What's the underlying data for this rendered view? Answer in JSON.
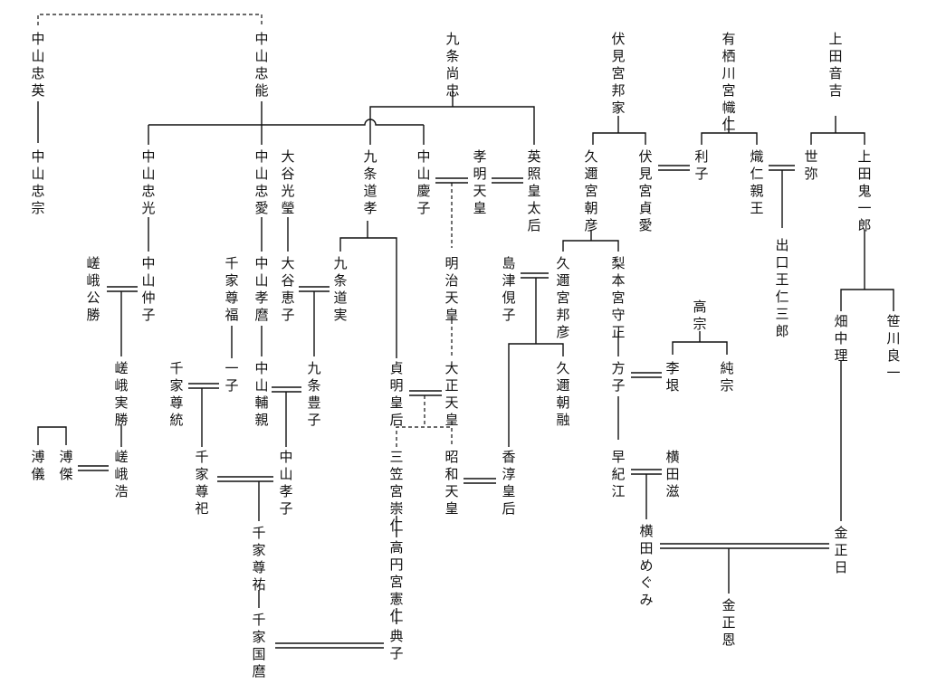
{
  "people": {
    "nakayama_tadahide": "中山忠英",
    "nakayama_tadamune": "中山忠宗",
    "nakayama_tadayasu": "中山忠能",
    "kujo_hisatada": "九条尚忠",
    "fushimi_kuniie": "伏見宮邦家",
    "arisugawa_takahito": "有栖川宮幟仁",
    "ueda_otokichi": "上田音吉",
    "nakayama_tadamitsu": "中山忠光",
    "nakayama_tadanaru": "中山忠愛",
    "otani_koei": "大谷光瑩",
    "kujo_michitaka": "九条道孝",
    "nakayama_yoshiko": "中山慶子",
    "komei_tenno": "孝明天皇",
    "eisho_kotaigo": "英照皇太后",
    "kuni_asahiko": "久邇宮朝彦",
    "fushimi_sadanaru": "伏見宮貞愛",
    "toshiko": "利子",
    "takahito_shinno": "熾仁親王",
    "seya": "世弥",
    "ueda_kiichiro": "上田鬼一郎",
    "saga_kinto": "嵯峨公勝",
    "nakayama_nakako": "中山仲子",
    "sen_sosaku": "千家尊福",
    "nakayama_takamaro": "中山孝麿",
    "otani_keiko": "大谷恵子",
    "kujo_michizane": "九条道実",
    "meiji_tenno": "明治天皇",
    "shimazu_chikako": "島津俔子",
    "kuni_kuniyoshi": "久邇宮邦彦",
    "nashimoto_morimasa": "梨本宮守正",
    "deguchi_onisaburo": "出口王仁三郎",
    "hata_nakari": "畑中理",
    "sasakawa_ryoichi": "笹川良一",
    "gaozong": "高宗",
    "saga_sanekatsu": "嵯峨実勝",
    "sen_sonobu": "千家尊統",
    "kazuko": "一子",
    "nakayama_sukechika": "中山輔親",
    "kujo_toyoko": "九条豊子",
    "teimei_kogo": "貞明皇后",
    "taisho_tenno": "大正天皇",
    "kuni_asaakira": "久邇朝融",
    "masako": "方子",
    "li_gen": "李垠",
    "sunjong": "純宗",
    "pujie_brother": "溥儀",
    "pujie": "溥傑",
    "saga_hiro": "嵯峨浩",
    "sen_takanori": "千家尊祀",
    "nakayama_takako": "中山孝子",
    "mikasa_takahito": "三笠宮崇仁",
    "showa_tenno": "昭和天皇",
    "kojun_kogo": "香淳皇后",
    "sakie": "早紀江",
    "yokota_shigeru": "横田滋",
    "kim_jongil": "金正日",
    "sen_takahiro": "千家尊祐",
    "takamado_norihito": "高円宮憲仁",
    "yokota_megumi": "横田めぐみ",
    "kim_jongun": "金正恩",
    "sen_kunimaro": "千家国麿",
    "noriko": "典子"
  }
}
